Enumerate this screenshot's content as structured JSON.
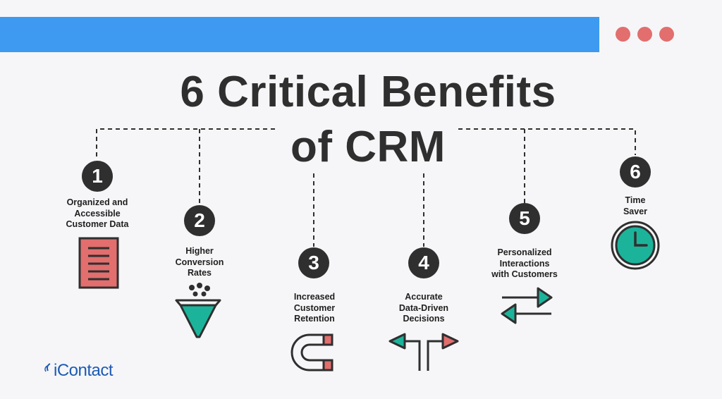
{
  "title_line1": "6 Critical Benefits",
  "title_line2": "of CRM",
  "benefits": [
    {
      "number": "1",
      "label": "Organized and\nAccessible\nCustomer Data",
      "icon": "document-icon"
    },
    {
      "number": "2",
      "label": "Higher\nConversion\nRates",
      "icon": "funnel-icon"
    },
    {
      "number": "3",
      "label": "Increased\nCustomer\nRetention",
      "icon": "magnet-icon"
    },
    {
      "number": "4",
      "label": "Accurate\nData-Driven\nDecisions",
      "icon": "signpost-icon"
    },
    {
      "number": "5",
      "label": "Personalized\nInteractions\nwith Customers",
      "icon": "swap-arrows-icon"
    },
    {
      "number": "6",
      "label": "Time\nSaver",
      "icon": "clock-icon"
    }
  ],
  "logo_text": "iContact",
  "colors": {
    "bar": "#3d9af0",
    "dots": "#e26e6e",
    "teal": "#1bb49b",
    "red": "#e26e6e",
    "dark": "#2f2f2f"
  }
}
